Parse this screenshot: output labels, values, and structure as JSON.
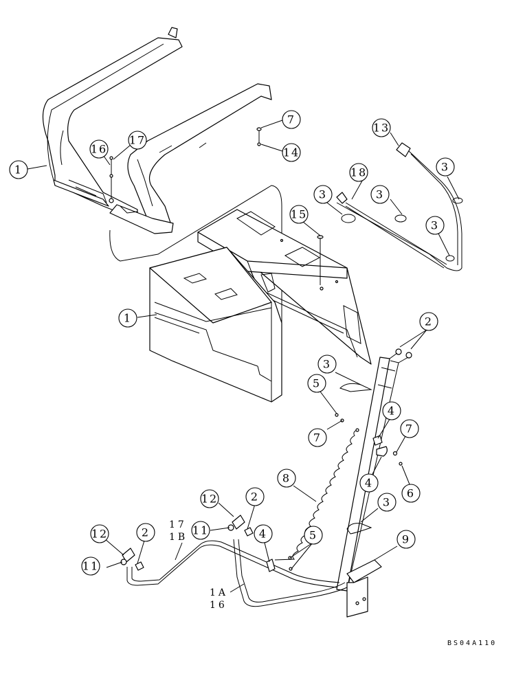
{
  "callouts": {
    "c1a": "1",
    "c1b": "1",
    "c16a": "16",
    "c17a": "17",
    "c7a": "7",
    "c14": "14",
    "c13": "13",
    "c18": "18",
    "c3a": "3",
    "c3b": "3",
    "c3c": "3",
    "c3d": "3",
    "c15": "15",
    "c2a": "2",
    "c3e": "3",
    "c5a": "5",
    "c4a": "4",
    "c7b": "7",
    "c7c": "7",
    "c4b": "4",
    "c6": "6",
    "c8": "8",
    "c3f": "3",
    "c12a": "12",
    "c2b": "2",
    "c11a": "11",
    "c4c": "4",
    "c5b": "5",
    "c9": "9",
    "c12b": "12",
    "c2c": "2",
    "c11b": "11"
  },
  "labels": {
    "l17": "17",
    "l1B": "1B",
    "l1A": "1A",
    "l16": "16"
  },
  "reference": "BS04A110"
}
